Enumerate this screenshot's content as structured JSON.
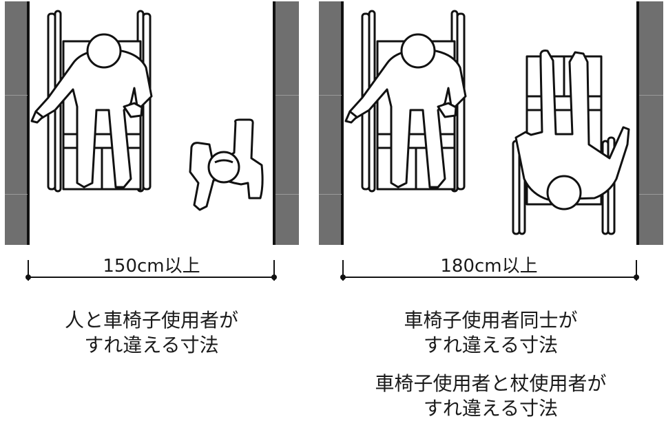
{
  "left": {
    "dimension": "150cm以上",
    "caption_line1": "人と車椅子使用者が",
    "caption_line2": "すれ違える寸法"
  },
  "right": {
    "dimension": "180cm以上",
    "caption_line1": "車椅子使用者同士が",
    "caption_line2": "すれ違える寸法",
    "caption2_line1": "車椅子使用者と杖使用者が",
    "caption2_line2": "すれ違える寸法"
  },
  "colors": {
    "wall": "#6f6f6f",
    "line": "#111111"
  }
}
